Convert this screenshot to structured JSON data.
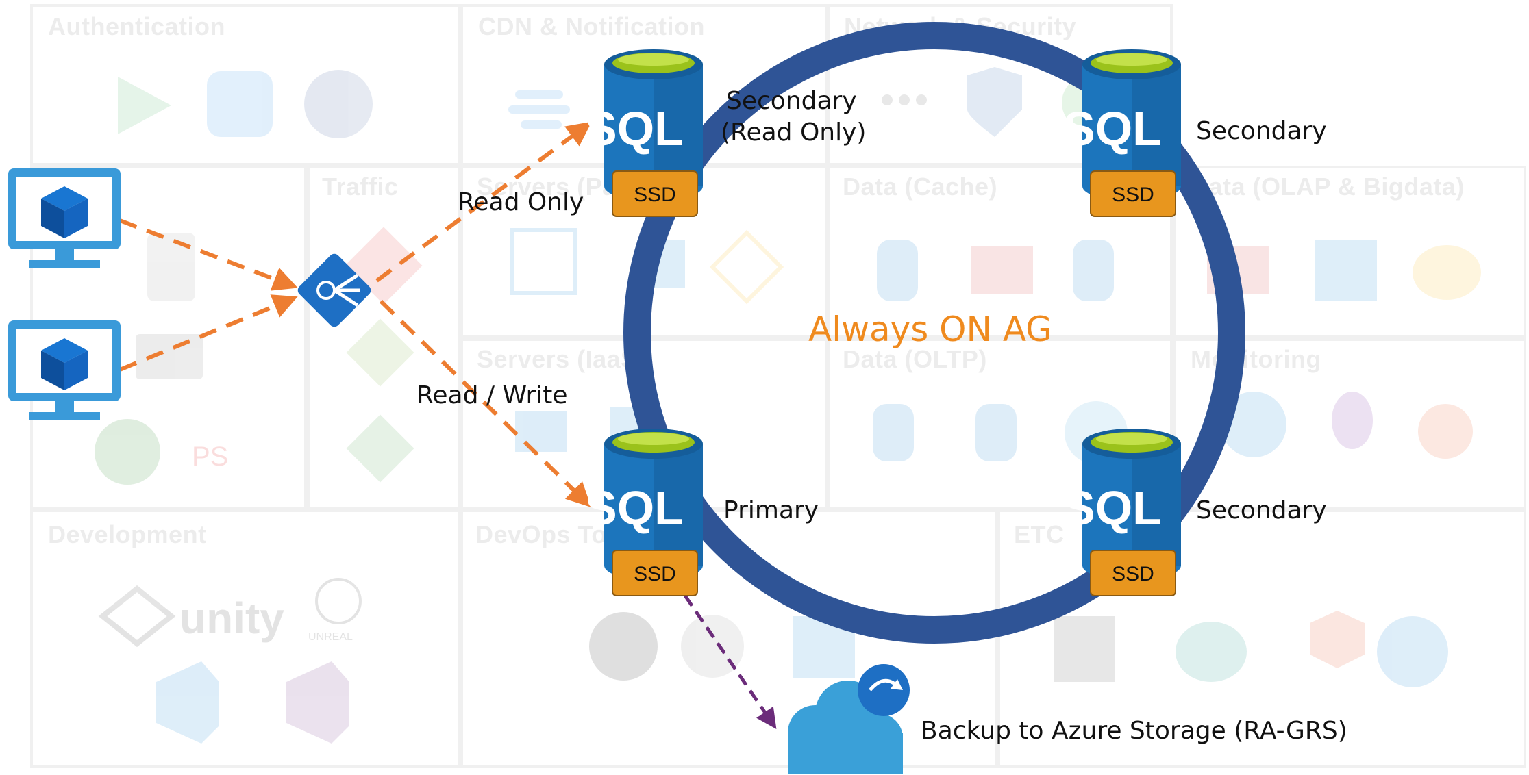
{
  "background": {
    "sections": [
      {
        "id": "authentication",
        "title": "Authentication"
      },
      {
        "id": "cdn",
        "title": "CDN & Notification"
      },
      {
        "id": "network",
        "title": "Network & Security"
      },
      {
        "id": "users",
        "title": "Users"
      },
      {
        "id": "traffic",
        "title": "Traffic"
      },
      {
        "id": "servers-paas",
        "title": "Servers (PaaS)"
      },
      {
        "id": "data-cache",
        "title": "Data (Cache)"
      },
      {
        "id": "data-olap",
        "title": "Data (OLAP & Bigdata)"
      },
      {
        "id": "servers-iaas",
        "title": "Servers (IaaS)"
      },
      {
        "id": "data-oltp",
        "title": "Data (OLTP)"
      },
      {
        "id": "monitoring",
        "title": "Monitoring"
      },
      {
        "id": "development",
        "title": "Development"
      },
      {
        "id": "devops",
        "title": "DevOps Tools"
      },
      {
        "id": "etc",
        "title": "ETC"
      }
    ],
    "unity_text": "unity",
    "unreal_text": "UNREAL"
  },
  "diagram": {
    "center_label": "Always ON AG",
    "sql_text": "SQL",
    "ssd_text": "SSD",
    "nodes": [
      {
        "id": "top-left",
        "label_line1": "Secondary",
        "label_line2": "(Read Only)"
      },
      {
        "id": "top-right",
        "label_line1": "Secondary"
      },
      {
        "id": "bottom-left",
        "label_line1": "Primary"
      },
      {
        "id": "bottom-right",
        "label_line1": "Secondary"
      }
    ],
    "edge_labels": {
      "read_only": "Read Only",
      "read_write": "Read / Write"
    },
    "backup_label": "Backup to Azure Storage (RA-GRS)",
    "colors": {
      "ring": "#2f5496",
      "sql_blue": "#1c75bc",
      "sql_blue_dark": "#155d9a",
      "sql_top": "#9bc21b",
      "ssd": "#e8961e",
      "arrow_orange": "#ed7d31",
      "arrow_purple": "#6b2c7a",
      "vm_blue": "#3a9ad9",
      "cloud_blue": "#3aa0d8",
      "lb_blue": "#1e6fc4",
      "center_label": "#ef8a1e"
    }
  }
}
